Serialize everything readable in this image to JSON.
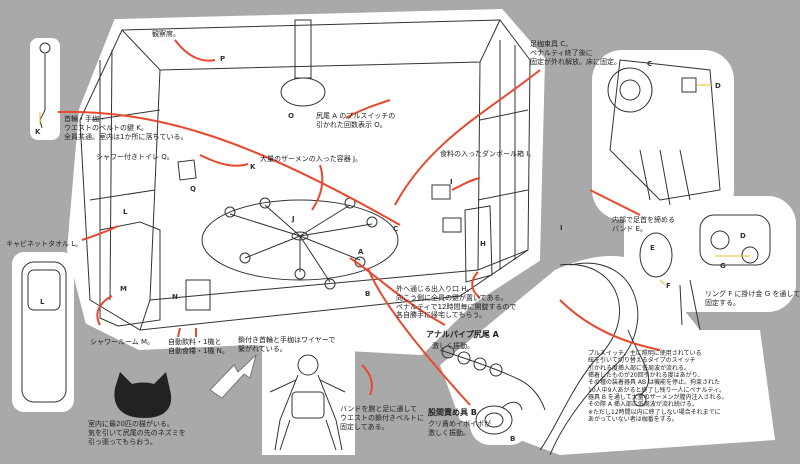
{
  "labels": {
    "observation": "観察席。",
    "p": "P",
    "restraint": "首輪・手枷・\nウエストのベルトの鍵 K。\n全員共通。室内は1か所に落ちている。",
    "k_left": "K",
    "k_mid": "K",
    "toilet": "シャワー付きトイレ Q。",
    "q": "Q",
    "cabinet_towel": "キャビネットタオル L。",
    "l_left": "L",
    "l_room": "L",
    "m": "M",
    "shower_room": "シャワールーム M。",
    "vending": "自動飲料・1機と\n自動食糧・1機 N。",
    "n": "N",
    "wire": "鎖付き首輪と手枷はワイヤーで\n繋がれている。",
    "band_waist": "バンドを腕と足に通して\nウエストの鎖付きベルトに\n固定してある。",
    "cat_hole": "室内に最20匹の猫がいる。\n気を引いて尻尾の先のネズミを\n引っ張ってもらおう。",
    "tail_pull": "尻尾 A のプルスイッチの\n引かれた回数表示 O。",
    "o": "O",
    "semen_tank": "大量のザーメンの入った容器 J。",
    "j": "J",
    "food_box": "食料の入ったダンボール箱 I。",
    "i1": "I",
    "i2": "I",
    "exit": "外へ通じる出入り口 H。\n向こう側に全員の鍵が置いてある。\nペナルティで12時間毎に開錠するので\n各自勝手に帰宅してもらう。",
    "h": "H",
    "a": "A",
    "b": "B",
    "c_mid": "C",
    "foot_restraint": "足枷束具 C。\nペナルティ終了後に\n固定が外れ解放。床に固定。",
    "c_right": "C",
    "d_top": "D",
    "inner_band": "内部で足首を締める\nバンド E。",
    "d_lower": "D",
    "e": "E",
    "f": "F",
    "g": "G",
    "ring_note": "リング F に掛け金 G を通して\n固定する。",
    "anal_pipe": "アナルパイプ尻尾 A",
    "anal_pipe_sub": "激しく振動。",
    "crotch_item": "股間責め具 B",
    "crotch_sub": "クリ責めイボイボが\n激しく振動。",
    "b_bottom": "B",
    "pull_switch": "プルスイッチ。主に照明に使用されている\n紐を引いて切り替えるタイプのスイッチ\n引かれる度挿入部に低周波が流れる。\n挿着したものが20回引かれる度はあがり、\nその種の装着器具 AB は機能を停止。拘束された\n10人中9人あがると終了し残り一人にペナルティ。\n器具 B を通して大量のザーメンが膣内注入される。\nその際 A 挿入部に低周波が流れ続ける。\n※ただし12時間以内に終了しない場合それまでに\nあがっていない者は枷番をする。"
  },
  "colors": {
    "background": "#a9a9a9",
    "arrow": "#e8482e",
    "leader": "#e0c020",
    "line": "#333333"
  }
}
